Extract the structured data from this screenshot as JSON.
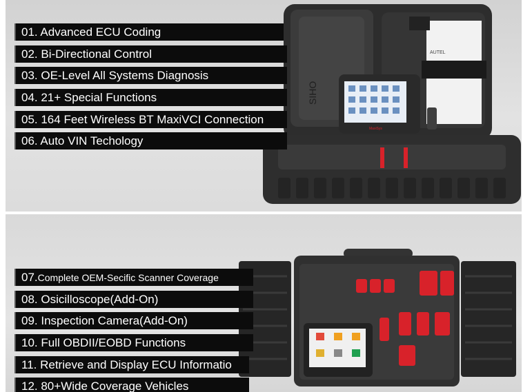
{
  "features_top": [
    {
      "label": "01. Advanced ECU Coding"
    },
    {
      "label": "02. Bi-Directional Control"
    },
    {
      "label": "03. OE-Level All Systems Diagnosis"
    },
    {
      "label": "04. 21+ Special Functions"
    },
    {
      "label": "05. 164 Feet Wireless BT MaxiVCI Connection"
    },
    {
      "label": "06. Auto VIN Techology"
    }
  ],
  "features_bottom": [
    {
      "prefix": "07.",
      "label": "Complete OEM-Secific Scanner Coverage"
    },
    {
      "label": "08. Osicilloscope(Add-On)"
    },
    {
      "label": "09. Inspection Camera(Add-On)"
    },
    {
      "label": "10. Full OBDII/EOBD Functions"
    },
    {
      "label": "11. Retrieve and Display ECU Informatio"
    },
    {
      "label": "12. 80+Wide Coverage Vehicles"
    }
  ],
  "case_texts": {
    "brand": "AUTEL",
    "tablet_brand": "MaxiSys",
    "case_side_text": "SIHO"
  },
  "colors": {
    "bar": "#0c0c0c",
    "panel": "#dcdcdc",
    "case": "#3a3a3a",
    "accent": "#d8222a"
  }
}
